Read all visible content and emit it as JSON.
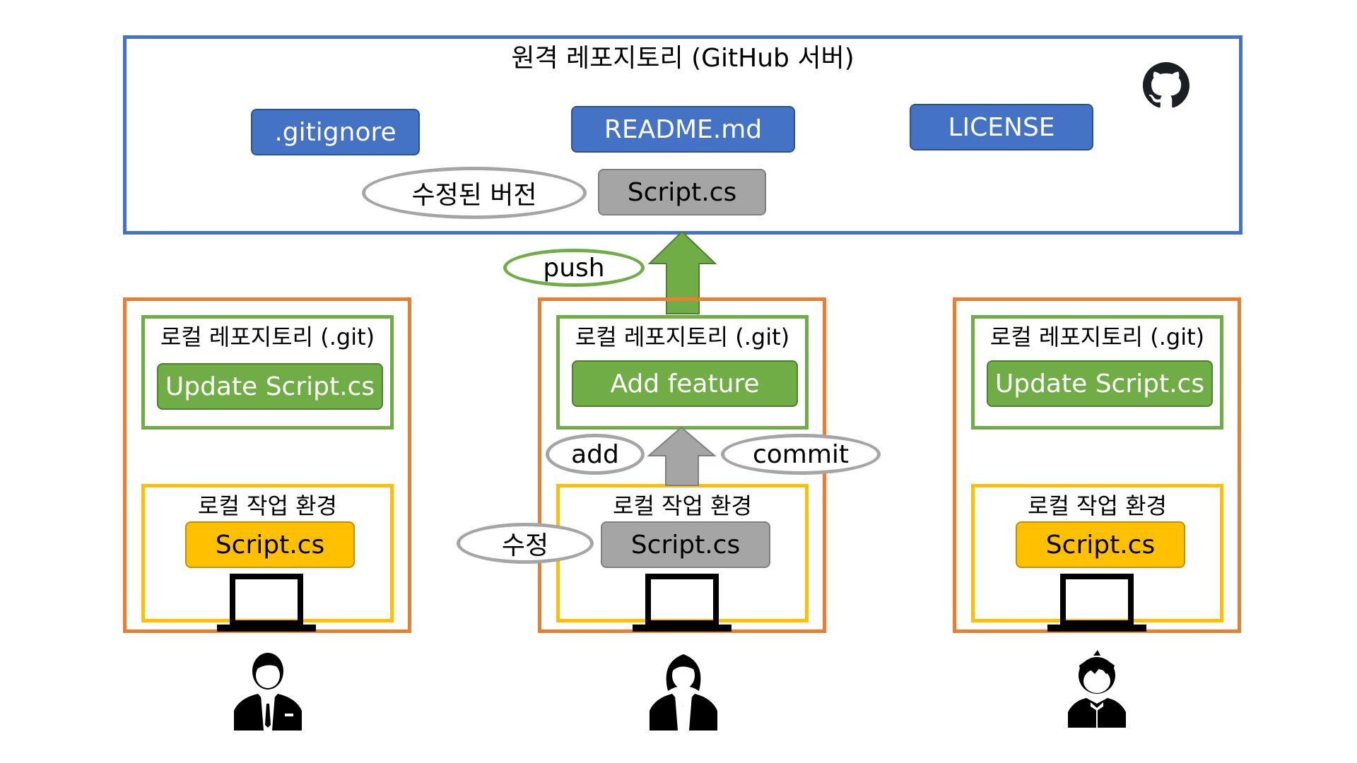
{
  "remote": {
    "title": "원격 레포지토리 (GitHub 서버)",
    "files": [
      ".gitignore",
      "README.md",
      "LICENSE"
    ],
    "modified_file": "Script.cs",
    "modified_label": "수정된 버전"
  },
  "actions": {
    "push": "push",
    "add": "add",
    "commit": "commit",
    "modify": "수정"
  },
  "developers": [
    {
      "local_repo_label": "로컬 레포지토리 (.git)",
      "commit": "Update Script.cs",
      "workspace_label": "로컬 작업 환경",
      "file": "Script.cs"
    },
    {
      "local_repo_label": "로컬 레포지토리 (.git)",
      "commit": "Add feature",
      "workspace_label": "로컬 작업 환경",
      "file": "Script.cs"
    },
    {
      "local_repo_label": "로컬 레포지토리 (.git)",
      "commit": "Update Script.cs",
      "workspace_label": "로컬 작업 환경",
      "file": "Script.cs"
    }
  ],
  "colors": {
    "remote_border": "#4472c4",
    "local_border": "#ed7d31",
    "repo_border": "#70ad47",
    "workspace_border": "#ffc000",
    "modified": "#a5a5a5"
  },
  "icons": {
    "github": "github-icon",
    "laptop": "laptop-icon",
    "user_male": "businessman-icon",
    "user_female": "businesswoman-icon",
    "user_boy": "boy-icon"
  }
}
